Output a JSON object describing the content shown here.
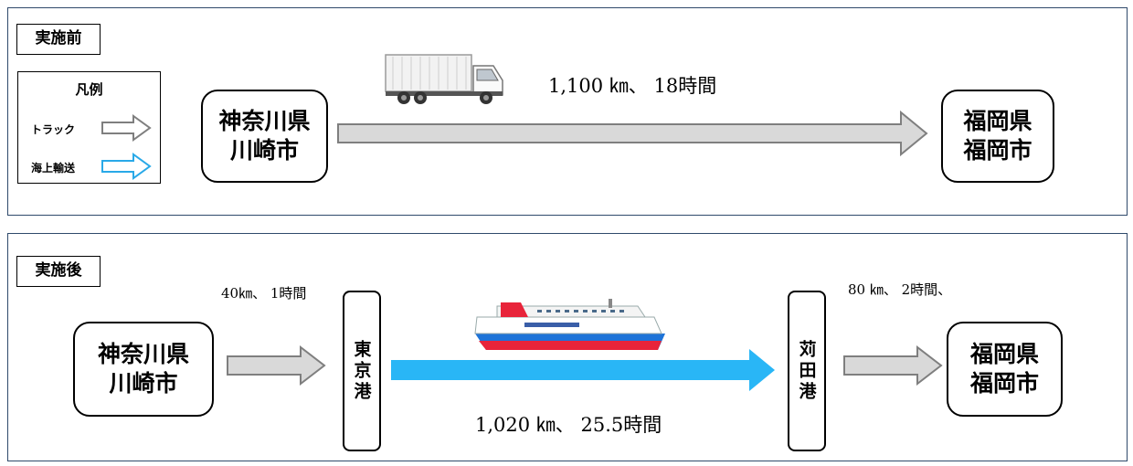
{
  "before": {
    "title": "実施前",
    "legend": {
      "title": "凡例",
      "items": [
        {
          "label": "トラック",
          "color": "#7f7f7f"
        },
        {
          "label": "海上輸送",
          "color": "#29a9e8"
        }
      ]
    },
    "origin": {
      "line1": "神奈川県",
      "line2": "川崎市"
    },
    "destination": {
      "line1": "福岡県",
      "line2": "福岡市"
    },
    "route_label": "1,100 ㎞、 18時間",
    "vehicle_icon": "truck-icon"
  },
  "after": {
    "title": "実施後",
    "origin": {
      "line1": "神奈川県",
      "line2": "川崎市"
    },
    "port_from": "東京港",
    "port_to": "苅田港",
    "destination": {
      "line1": "福岡県",
      "line2": "福岡市"
    },
    "leg1_label": "40㎞、 1時間",
    "sea_label": "1,020 ㎞、 25.5時間",
    "leg3_label": "80 ㎞、 2時間、",
    "vessel_icon": "ferry-icon"
  },
  "colors": {
    "truck_arrow_fill": "#d9d9d9",
    "truck_arrow_stroke": "#7f7f7f",
    "sea_arrow_fill": "#29b6f6",
    "panel_border": "#2f4a6b"
  }
}
